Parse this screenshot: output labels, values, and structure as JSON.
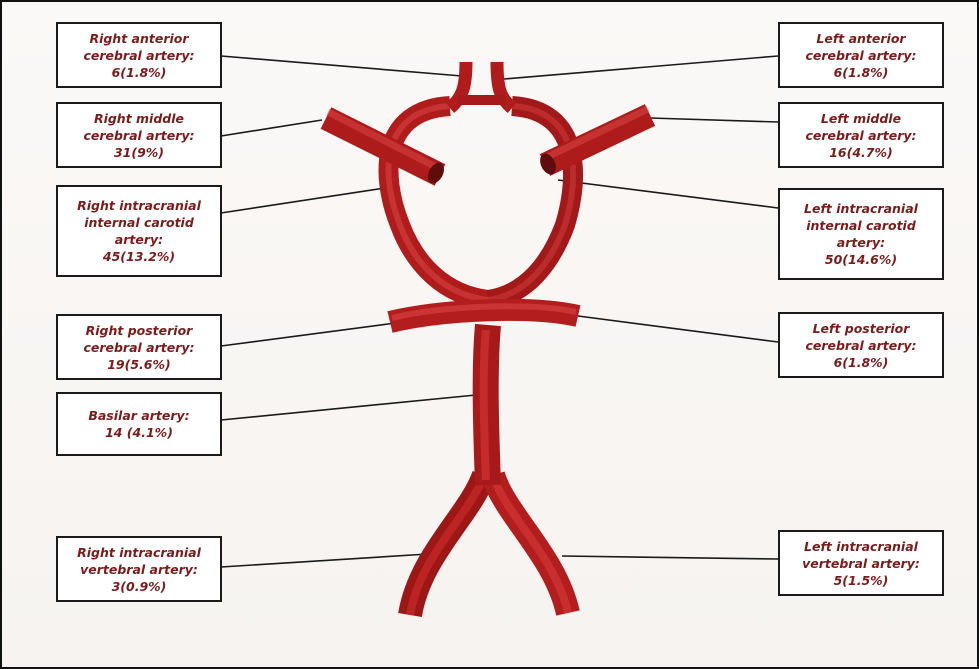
{
  "colors": {
    "artery": "#c41f1f",
    "artery_dark": "#8f1414",
    "artery_light": "#e04a4a",
    "label_text": "#7a1c1c",
    "leader_line": "#1a1a1a"
  },
  "labels": {
    "right_aca": {
      "lines": [
        "Right anterior",
        "cerebral artery:",
        "6(1.8%)"
      ]
    },
    "left_aca": {
      "lines": [
        "Left anterior",
        "cerebral artery:",
        "6(1.8%)"
      ]
    },
    "right_mca": {
      "lines": [
        "Right middle",
        "cerebral artery:",
        "31(9%)"
      ]
    },
    "left_mca": {
      "lines": [
        "Left middle",
        "cerebral artery:",
        "16(4.7%)"
      ]
    },
    "right_ica": {
      "lines": [
        "Right intracranial",
        "internal carotid",
        "artery:",
        "45(13.2%)"
      ]
    },
    "left_ica": {
      "lines": [
        "Left intracranial",
        "internal carotid",
        "artery:",
        "50(14.6%)"
      ]
    },
    "right_pca": {
      "lines": [
        "Right posterior",
        "cerebral artery:",
        "19(5.6%)"
      ]
    },
    "left_pca": {
      "lines": [
        "Left posterior",
        "cerebral artery:",
        "6(1.8%)"
      ]
    },
    "basilar": {
      "lines": [
        "Basilar artery:",
        "14 (4.1%)"
      ]
    },
    "right_va": {
      "lines": [
        "Right intracranial",
        "vertebral artery:",
        "3(0.9%)"
      ]
    },
    "left_va": {
      "lines": [
        "Left intracranial",
        "vertebral artery:",
        "5(1.5%)"
      ]
    }
  }
}
